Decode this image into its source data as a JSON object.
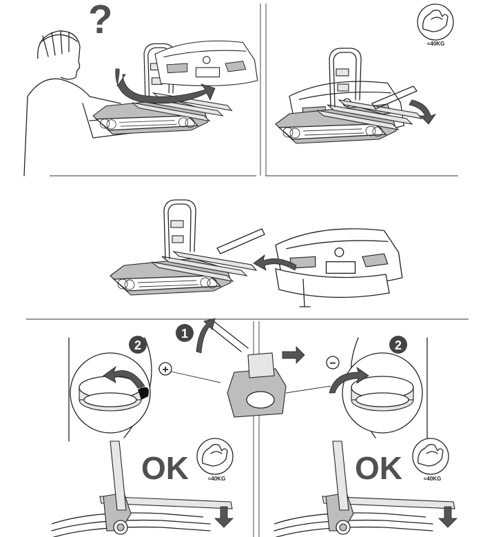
{
  "panel1": {
    "question_mark": "?"
  },
  "panel2": {
    "weight_badge_1": "≈40KG"
  },
  "panel4": {
    "step_1": "1",
    "step_2_left": "2",
    "step_2_right": "2",
    "plus": "+",
    "minus": "−",
    "ok_left": "OK",
    "ok_right": "OK",
    "weight_badge_2": "≈40KG",
    "weight_badge_3": "≈40KG"
  }
}
